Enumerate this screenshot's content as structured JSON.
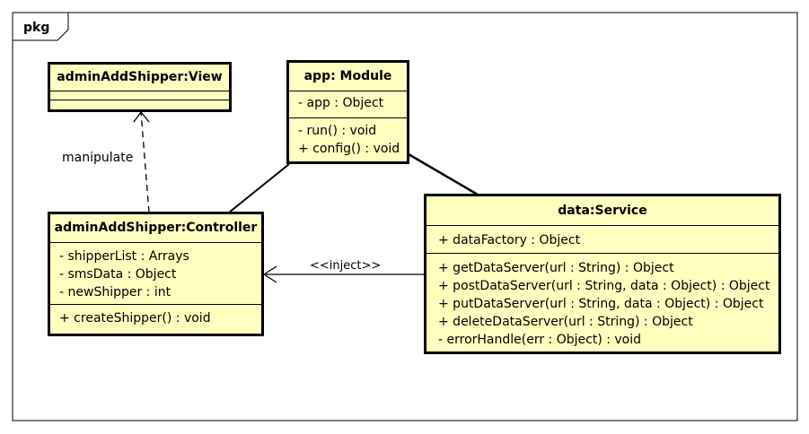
{
  "package": {
    "name": "pkg"
  },
  "classes": {
    "view": {
      "title": "adminAddShipper:View",
      "attributes": [],
      "operations": []
    },
    "module": {
      "title": "app: Module",
      "attributes": [
        "- app : Object"
      ],
      "operations": [
        "- run() : void",
        "+ config() : void"
      ]
    },
    "controller": {
      "title": "adminAddShipper:Controller",
      "attributes": [
        "- shipperList : Arrays",
        "- smsData : Object",
        "- newShipper : int"
      ],
      "operations": [
        "+ createShipper() : void"
      ]
    },
    "service": {
      "title": "data:Service",
      "attributes": [
        "+ dataFactory : Object"
      ],
      "operations": [
        "+ getDataServer(url : String) : Object",
        "+ postDataServer(url : String, data : Object) : Object",
        "+ putDataServer(url : String, data : Object) : Object",
        "+ deleteDataServer(url : String) : Object",
        "- errorHandle(err : Object) : void"
      ]
    }
  },
  "relations": {
    "manipulate": "manipulate",
    "inject": "<<inject>>"
  },
  "colors": {
    "class_fill": "#ffffc0",
    "line": "#000000"
  }
}
